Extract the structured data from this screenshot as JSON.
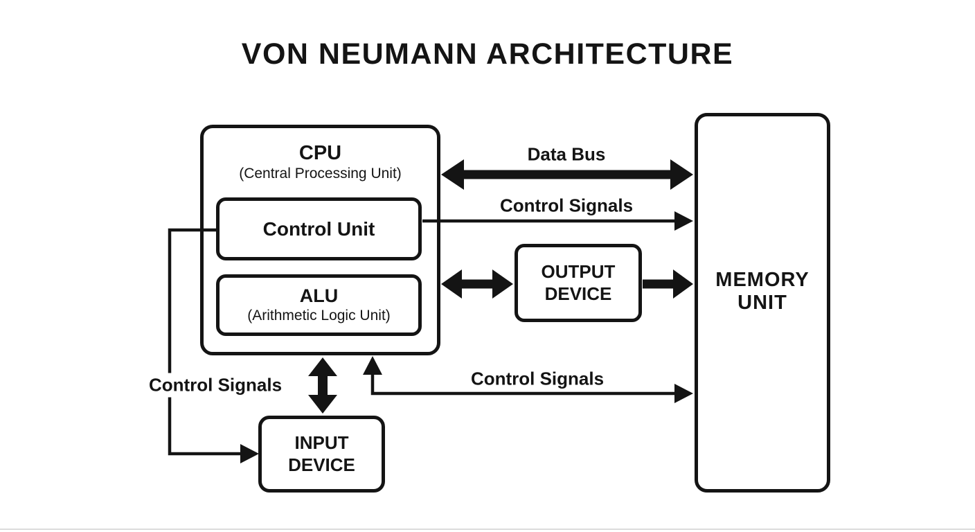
{
  "title": "VON NEUMANN ARCHITECTURE",
  "colors": {
    "ink": "#141414",
    "background": "#ffffff"
  },
  "boxes": {
    "cpu": {
      "label": "CPU",
      "sublabel": "(Central Processing Unit)"
    },
    "control_unit": {
      "label": "Control Unit"
    },
    "alu": {
      "label": "ALU",
      "sublabel": "(Arithmetic Logic Unit)"
    },
    "memory": {
      "line1": "MEMORY",
      "line2": "UNIT"
    },
    "output_device": {
      "line1": "OUTPUT",
      "line2": "DEVICE"
    },
    "input_device": {
      "line1": "INPUT",
      "line2": "DEVICE"
    }
  },
  "labels": {
    "data_bus": "Data Bus",
    "control_signals_top": "Control Signals",
    "control_signals_bottom": "Control Signals",
    "control_signals_left": "Control Signals"
  },
  "connections": [
    {
      "name": "data-bus",
      "from": "CPU",
      "to": "Memory Unit",
      "style": "thick",
      "direction": "bidirectional",
      "label": "Data Bus"
    },
    {
      "name": "control-signals-cpu-memory",
      "from": "Control Unit",
      "to": "Memory Unit",
      "style": "thin",
      "direction": "one-way",
      "label": "Control Signals"
    },
    {
      "name": "cpu-output-device",
      "from": "CPU",
      "to": "Output Device",
      "style": "thick",
      "direction": "bidirectional",
      "label": ""
    },
    {
      "name": "output-device-memory",
      "from": "Output Device",
      "to": "Memory Unit",
      "style": "thick",
      "direction": "one-way",
      "label": ""
    },
    {
      "name": "cpu-input-device",
      "from": "CPU",
      "to": "Input Device",
      "style": "thick",
      "direction": "bidirectional",
      "label": ""
    },
    {
      "name": "control-signals-cpu-and-memory-elbow",
      "from": "elbow junction",
      "to": "CPU and Memory Unit",
      "style": "thin",
      "direction": "two-heads",
      "label": "Control Signals"
    },
    {
      "name": "control-signals-control-unit-input",
      "from": "Control Unit",
      "to": "Input Device",
      "style": "thin",
      "direction": "one-way",
      "label": "Control Signals"
    }
  ]
}
